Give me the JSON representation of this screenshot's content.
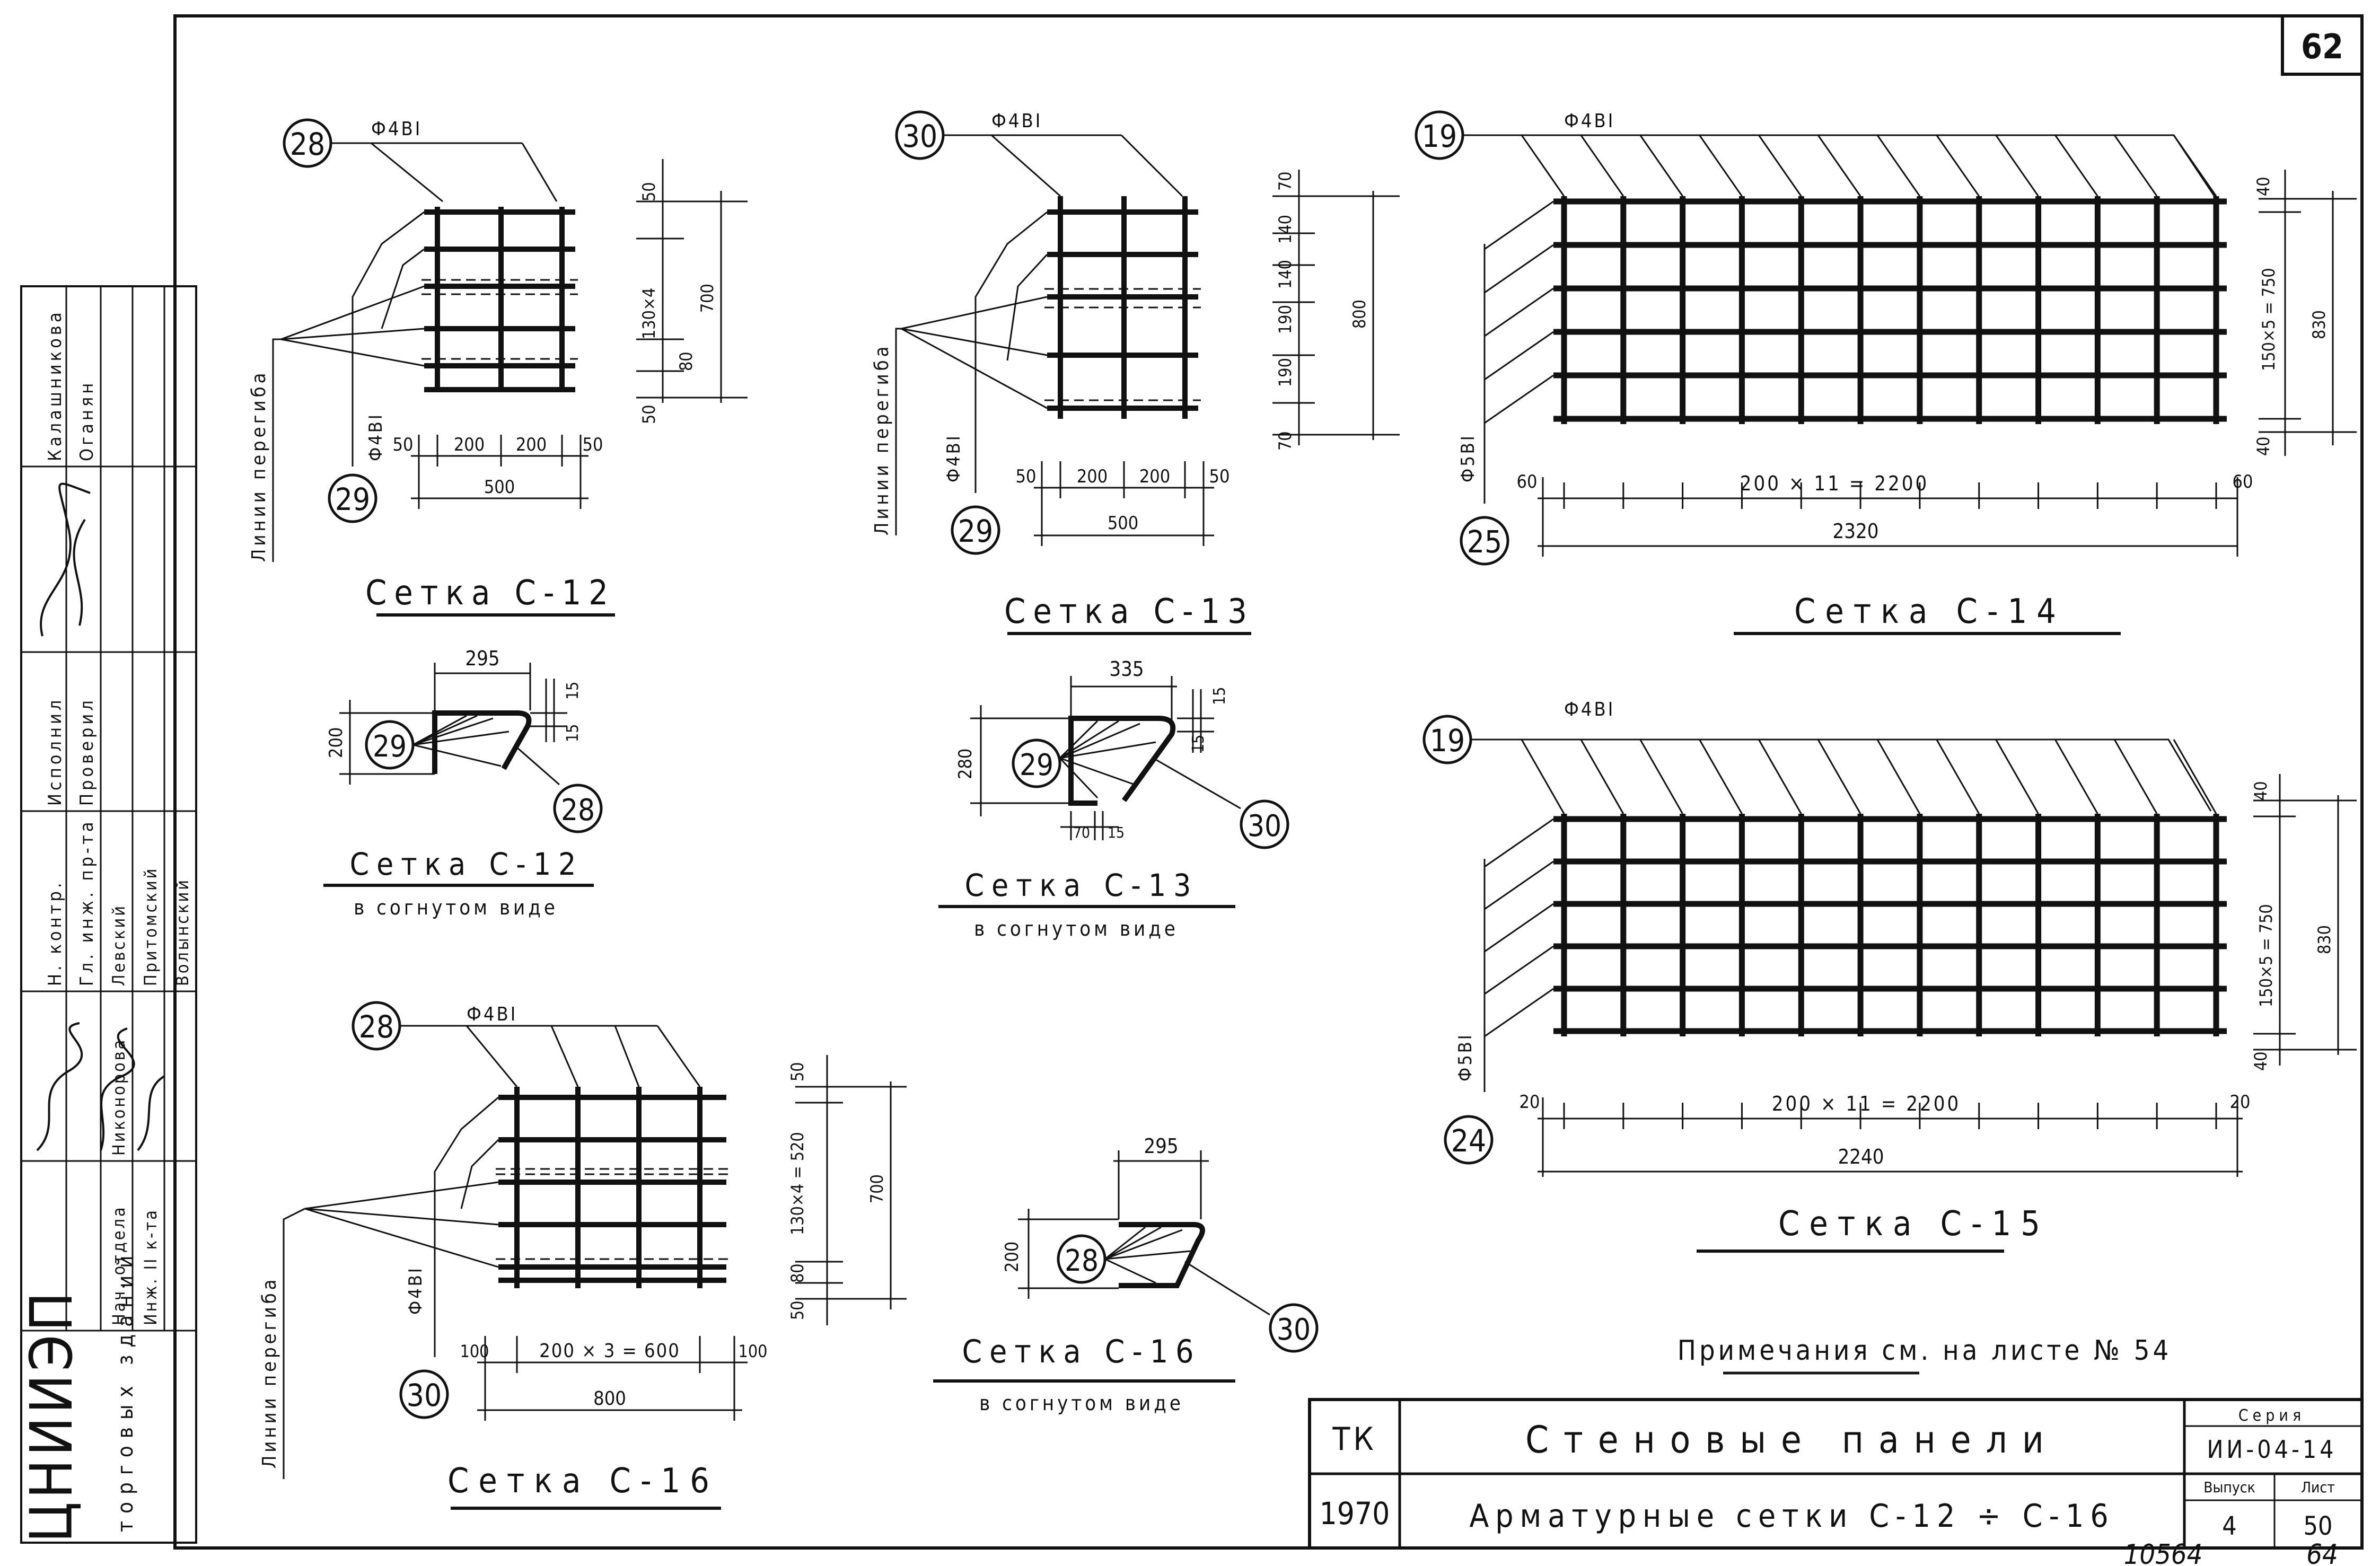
{
  "sheet": {
    "page_number": "62",
    "stamp_number": "10564",
    "stamp_number_2": "64"
  },
  "notes": {
    "text": "Примечания см. на листе № 54"
  },
  "title_block": {
    "code": "ТК",
    "year": "1970",
    "title_1": "Стеновые панели",
    "title_2": "Арматурные сетки С-12 ÷ С-16",
    "series_label": "Серия",
    "series_value": "ИИ-04-14",
    "issue_label": "Выпуск",
    "issue_value": "4",
    "sheet_label": "Лист",
    "sheet_value": "50"
  },
  "side_stamp": {
    "organization": "ЦНИИЭП",
    "organization_sub": "торговых зданий",
    "roles": [
      "Исполнил",
      "Проверил",
      "Н. контр.",
      "Гл. инж. пр-та",
      "Нач. отдела",
      "Инж. II к-та"
    ],
    "names": [
      "Калашникова",
      "Оганян",
      "Левский",
      "Притомский",
      "Волынский",
      "Никонорова"
    ]
  },
  "meshes": {
    "c12": {
      "title": "Сетка С-12",
      "pos_top": "28",
      "pos_bottom": "29",
      "bar_top": "Ф4ВI",
      "bar_side": "Ф4ВI",
      "bend_label": "Линии перегиба",
      "dims_bottom": [
        "50",
        "200",
        "200",
        "50"
      ],
      "total_width": "500",
      "dims_right": [
        "50",
        "130×4",
        "80",
        "50"
      ],
      "total_height": "700"
    },
    "c13": {
      "title": "Сетка С-13",
      "pos_top": "30",
      "pos_bottom": "29",
      "bar_top": "Ф4ВI",
      "bar_side": "Ф4ВI",
      "bend_label": "Линии перегиба",
      "dims_bottom": [
        "50",
        "200",
        "200",
        "50"
      ],
      "total_width": "500",
      "dims_right": [
        "70",
        "140",
        "140",
        "190",
        "190",
        "70"
      ],
      "total_height": "800"
    },
    "c14": {
      "title": "Сетка С-14",
      "pos_top": "19",
      "pos_bottom": "25",
      "bar_top": "Ф4ВI",
      "bar_side": "Ф5ВI",
      "dims_bottom": [
        "60",
        "200 × 11 = 2200",
        "60"
      ],
      "total_width": "2320",
      "dims_right": [
        "40",
        "150×5 = 750",
        "40"
      ],
      "total_height": "830"
    },
    "c15": {
      "title": "Сетка С-15",
      "pos_top": "19",
      "pos_bottom": "24",
      "bar_top": "Ф4ВI",
      "bar_side": "Ф5ВI",
      "dims_bottom": [
        "20",
        "200 × 11 = 2200",
        "20"
      ],
      "total_width": "2240",
      "dims_right": [
        "40",
        "150×5 = 750",
        "40"
      ],
      "total_height": "830"
    },
    "c16": {
      "title": "Сетка С-16",
      "pos_top": "28",
      "pos_bottom": "30",
      "bar_top": "Ф4ВI",
      "bar_side": "Ф4ВI",
      "bend_label": "Линии перегиба",
      "dims_bottom": [
        "100",
        "200 × 3 = 600",
        "100"
      ],
      "total_width": "800",
      "dims_right": [
        "50",
        "130×4 = 520",
        "80",
        "50"
      ],
      "total_height": "700"
    }
  },
  "bent_views": {
    "c12": {
      "title": "Сетка С-12",
      "subtitle": "в согнутом виде",
      "width": "295",
      "height": "200",
      "offset_a": "15",
      "offset_b": "15",
      "pos_a": "29",
      "pos_b": "28"
    },
    "c13": {
      "title": "Сетка С-13",
      "subtitle": "в согнутом виде",
      "width": "335",
      "height": "280",
      "offset_a": "15",
      "offset_b": "15",
      "dim_c": "70",
      "dim_d": "15",
      "pos_a": "29",
      "pos_b": "30"
    },
    "c16": {
      "title": "Сетка С-16",
      "subtitle": "в согнутом виде",
      "width": "295",
      "height": "200",
      "pos_a": "28",
      "pos_b": "30"
    }
  }
}
